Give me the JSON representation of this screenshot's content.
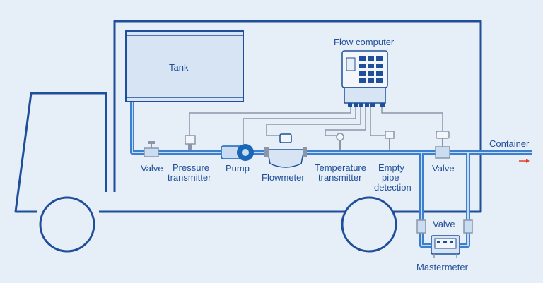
{
  "colors": {
    "background": "#e6eef7",
    "outline": "#1f4e9a",
    "pipe": "#3a7fd0",
    "pipe_fill": "#c9dcf2",
    "tank_fill": "#d6e4f4",
    "device": "#8a96a8",
    "pump": "#1a66b8",
    "arrow": "#e0402a"
  },
  "icons": {
    "flow_arrow": "right-arrow-icon",
    "pump": "pump-icon",
    "valve": "valve-icon"
  },
  "labels": {
    "tank": "Tank",
    "flow_computer": "Flow computer",
    "container": "Container",
    "valve_left": "Valve",
    "pressure_line1": "Pressure",
    "pressure_line2": "transmitter",
    "pump": "Pump",
    "flowmeter": "Flowmeter",
    "temperature_line1": "Temperature",
    "temperature_line2": "transmitter",
    "empty_line1": "Empty",
    "empty_line2": "pipe",
    "empty_line3": "detection",
    "valve_right": "Valve",
    "valve_bottom": "Valve",
    "mastermeter": "Mastermeter"
  }
}
